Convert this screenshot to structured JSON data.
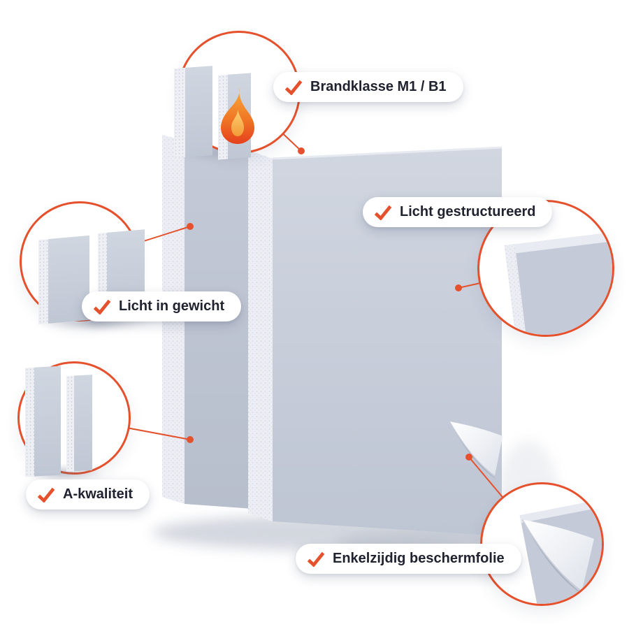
{
  "colors": {
    "accent": "#e5512c",
    "board_face": "#c6ccd9",
    "board_edge": "#edeff4",
    "label_text": "#20232f",
    "flame_top": "#f9ae3b",
    "flame_bottom": "#e5401c"
  },
  "icons": {
    "check": "check-icon",
    "flame": "flame-icon"
  },
  "callouts": [
    {
      "id": "fire-class",
      "label": "Brandklasse M1 / B1",
      "icon": "check-icon",
      "badge_icon": "flame-icon"
    },
    {
      "id": "structure",
      "label": "Licht gestructureerd",
      "icon": "check-icon"
    },
    {
      "id": "weight",
      "label": "Licht in gewicht",
      "icon": "check-icon"
    },
    {
      "id": "quality",
      "label": "A-kwaliteit",
      "icon": "check-icon"
    },
    {
      "id": "film",
      "label": "Enkelzijdig beschermfolie",
      "icon": "check-icon"
    }
  ]
}
